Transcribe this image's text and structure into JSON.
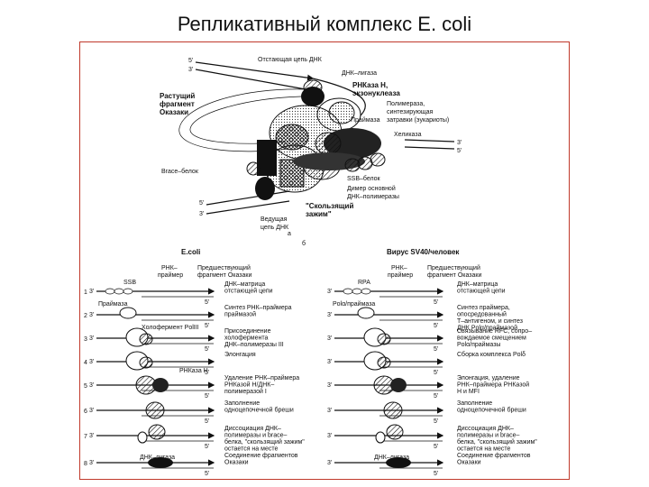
{
  "title": "Репликативный комплекс E. coli",
  "top": {
    "lagging_strand": "Отстающая цепь ДНК",
    "ligase": "ДНК–лигаза",
    "rnase_h_1": "РНКаза Н,",
    "rnase_h_2": "экзонуклеаза",
    "polymerase_1": "Полимераза,",
    "polymerase_2": "синтезирующая",
    "polymerase_3": "затравки (эукариоты)",
    "primase": "Праймаза",
    "helicase": "Хеликаза",
    "growing_1": "Растущий",
    "growing_2": "фрагмент",
    "growing_3": "Оказаки",
    "brace": "Brace–белок",
    "ssb": "SSB–белок",
    "dimer_1": "Димер основной",
    "dimer_2": "ДНК–полимеразы",
    "clamp_1": "\"Скользящий",
    "clamp_2": "зажим\"",
    "leading_1": "Ведущая",
    "leading_2": "цепь ДНК",
    "p5_a": "5'",
    "p3_a": "3'",
    "p3_b": "3'",
    "p5_b": "5'",
    "p5_c": "5'",
    "p3_c": "3'",
    "fig_a": "a",
    "fig_b": "б"
  },
  "bottom": {
    "left_title": "E.coli",
    "right_title": "Вирус SV40/человек",
    "left_ssb": "SSB",
    "right_rpa": "RPA",
    "left_primase": "Праймаза",
    "right_primase": "Polα/праймаза",
    "holoenzyme": "Холофермент PolIII",
    "rnase_h": "РНКаза Н",
    "left_ligase": "ДНК–лигаза",
    "right_ligase": "ДНК–лигаза",
    "hdr_rna_primer": "РНК–",
    "hdr_rna_primer2": "праймер",
    "hdr_prev_1": "Предшествующий",
    "hdr_prev_2": "фрагмент Оказаки",
    "step_numbers": [
      "1",
      "2",
      "3",
      "4",
      "5",
      "6",
      "7",
      "8"
    ],
    "left_steps": [
      [
        "ДНК–матрица",
        "отстающей цепи"
      ],
      [
        "Синтез РНК–праймера",
        "праймазой"
      ],
      [
        "Присоединение",
        "холофермента",
        "ДНК–полимеразы III"
      ],
      [
        "Элонгация"
      ],
      [
        "Удаление РНК–праймера",
        "РНКазой Н/ДНК–",
        "полимеразой I"
      ],
      [
        "Заполнение",
        "одноцепочечной бреши"
      ],
      [
        "Диссоциация ДНК–",
        "полимеразы и brace–",
        "белка, \"скользящий зажим\"",
        "остается на месте"
      ],
      [
        "Соединение фрагментов",
        "Оказаки"
      ]
    ],
    "right_steps": [
      [
        "ДНК–матрица",
        "отстающей цепи"
      ],
      [
        "Синтез праймера,",
        "опосредованный",
        "T–антигеном, и синтез",
        "ДНК Polα/праймазой"
      ],
      [
        "Связывание RFC, сопро–",
        "вождаемое смещением",
        "Polα/праймазы"
      ],
      [
        "Сборка комплекса Polδ"
      ],
      [
        "Элонгация, удаление",
        "РНК–праймера РНКазой",
        "H и MFI"
      ],
      [
        "Заполнение",
        "одноцепочечной бреши"
      ],
      [
        "Диссоциация ДНК–",
        "полимеразы и brace–",
        "белка, \"скользящий зажим\"",
        "остается на месте"
      ],
      [
        "Соединение фрагментов",
        "Оказаки"
      ]
    ],
    "prime_3": "3'",
    "prime_5": "5'"
  }
}
